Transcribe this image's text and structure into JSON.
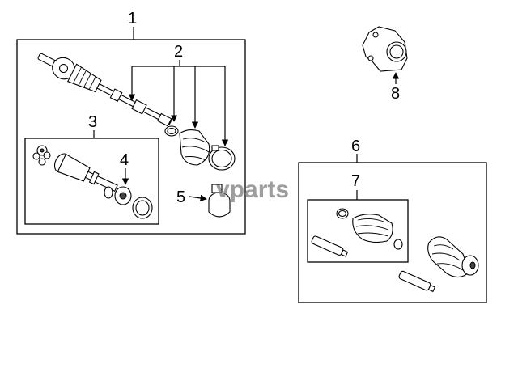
{
  "callouts": {
    "c1": "1",
    "c2": "2",
    "c3": "3",
    "c4": "4",
    "c5": "5",
    "c6": "6",
    "c7": "7",
    "c8": "8"
  },
  "watermark": "vparts"
}
